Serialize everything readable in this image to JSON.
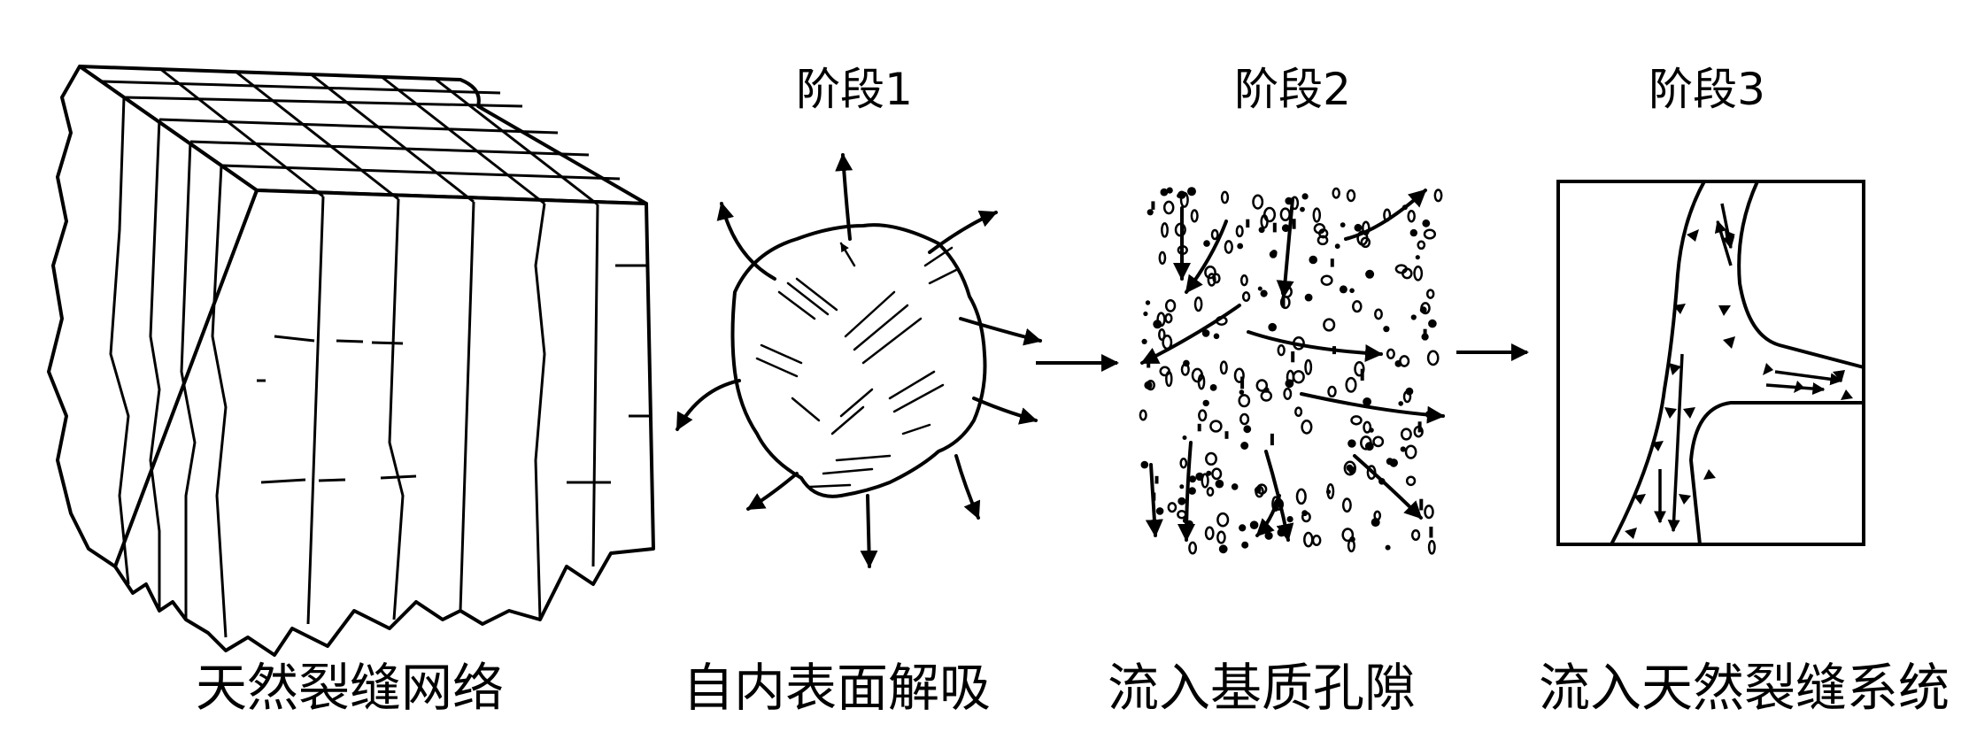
{
  "stages": [
    {
      "label": "阶段1"
    },
    {
      "label": "阶段2"
    },
    {
      "label": "阶段3"
    }
  ],
  "captions": [
    "天然裂缝网络",
    "自内表面解吸",
    "流入基质孔隙",
    "流入天然裂缝系统"
  ]
}
